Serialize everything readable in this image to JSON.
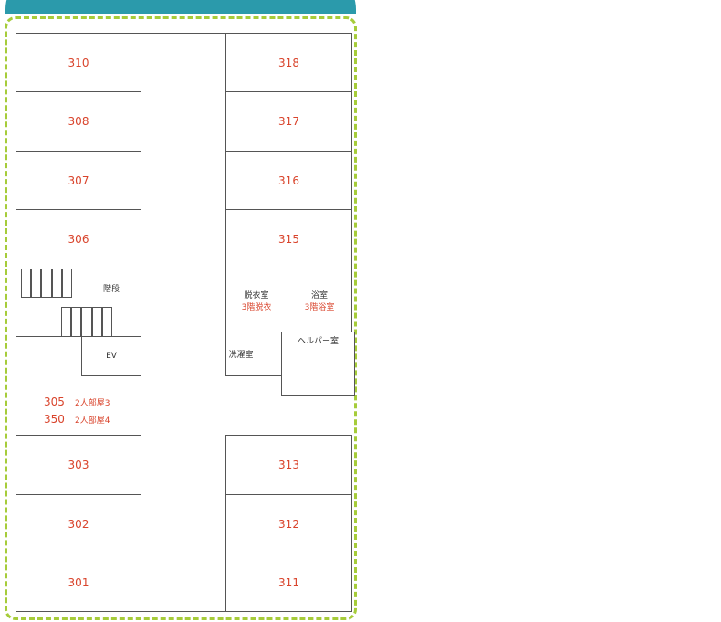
{
  "colors": {
    "header": "#2b9aab",
    "border": "#a6cc3a",
    "room_number": "#d9442c"
  },
  "left_rooms": [
    "310",
    "308",
    "307",
    "306",
    "303",
    "302",
    "301"
  ],
  "right_rooms": [
    "318",
    "317",
    "316",
    "315",
    "313",
    "312",
    "311"
  ],
  "stairs": "階段",
  "elevator": "EV",
  "shared_room": {
    "lines": [
      {
        "number": "305",
        "name": "2人部屋3"
      },
      {
        "number": "350",
        "name": "2人部屋4"
      }
    ]
  },
  "dressing_room": {
    "label": "脱衣室",
    "sub": "3階脱衣"
  },
  "bathroom": {
    "label": "浴室",
    "sub": "3階浴室"
  },
  "laundry": "洗濯室",
  "helper_room": "ヘルパー室"
}
